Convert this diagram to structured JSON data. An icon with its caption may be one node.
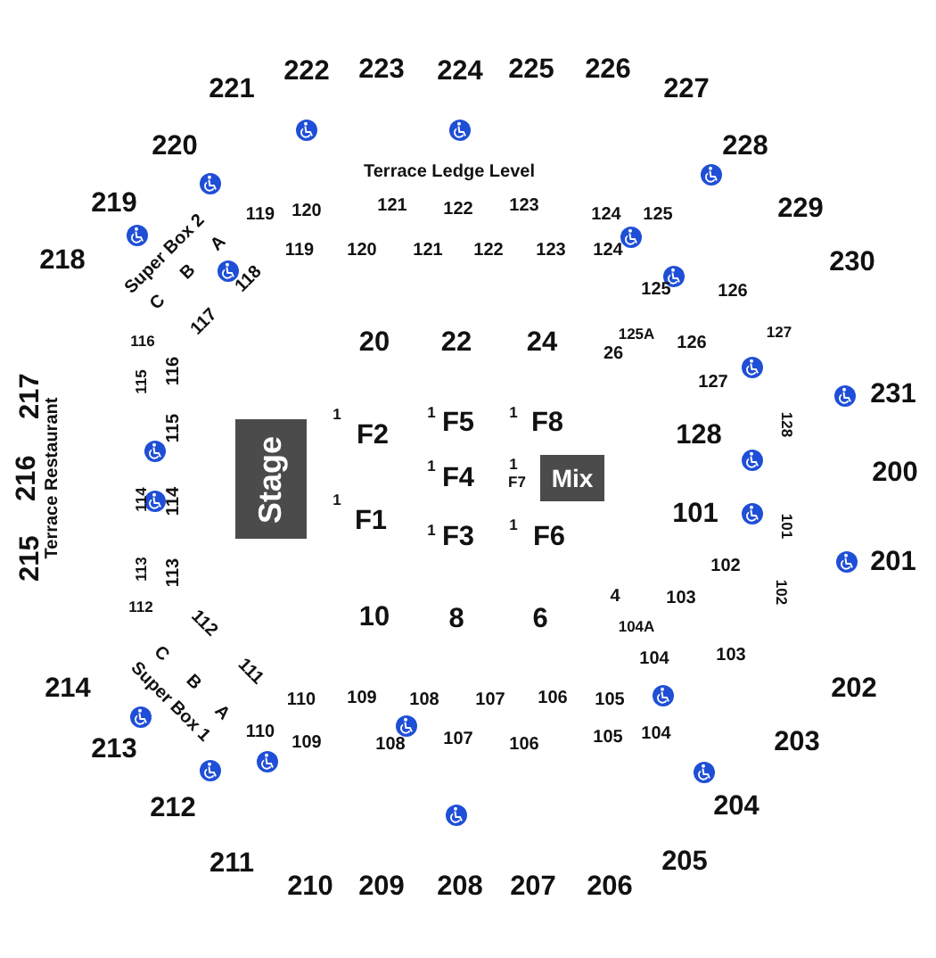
{
  "diagram": {
    "nodes": [
      {
        "text": [
          "Stage"
        ]
      },
      {
        "text": [
          "Mix"
        ]
      }
    ],
    "labels": [
      "222",
      "223",
      "224",
      "225",
      "226",
      "221",
      "227",
      "220",
      "228",
      "Terrace Ledge Level",
      "219",
      "229",
      "119",
      "120",
      "121",
      "122",
      "123",
      "124",
      "125",
      "Super Box 2",
      "A",
      "119",
      "120",
      "121",
      "122",
      "123",
      "124",
      "218",
      "230",
      "B",
      "118",
      "125",
      "126",
      "C",
      "117",
      "116",
      "20",
      "22",
      "24",
      "26",
      "125A",
      "126",
      "127",
      "115",
      "116",
      "127",
      "217",
      "231",
      "115",
      "1",
      "F2",
      "1",
      "F5",
      "1",
      "F8",
      "128",
      "128",
      "216",
      "Terrace Restaurant",
      "1",
      "F4",
      "1",
      "F7",
      "200",
      "114",
      "114",
      "1",
      "F1",
      "1",
      "F3",
      "1",
      "F6",
      "101",
      "101",
      "215",
      "113",
      "113",
      "102",
      "201",
      "112",
      "112",
      "10",
      "8",
      "6",
      "4",
      "104A",
      "103",
      "102",
      "214",
      "C",
      "Super Box 1",
      "B",
      "111",
      "110",
      "109",
      "108",
      "107",
      "106",
      "105",
      "104",
      "103",
      "202",
      "213",
      "A",
      "110",
      "109",
      "108",
      "107",
      "106",
      "105",
      "104",
      "203",
      "212",
      "204",
      "211",
      "205",
      "210",
      "209",
      "208",
      "207",
      "206"
    ]
  }
}
